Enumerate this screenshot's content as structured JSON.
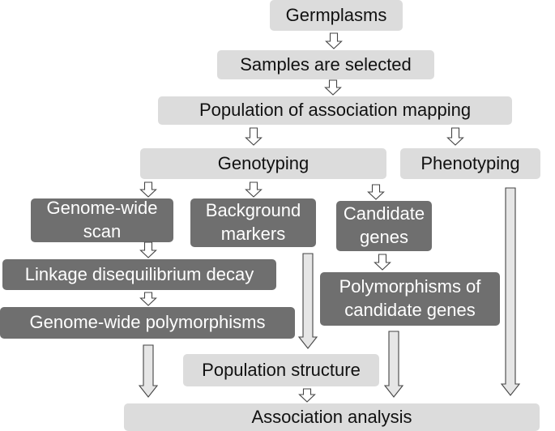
{
  "nodes": {
    "germplasms": "Germplasms",
    "samples": "Samples are selected",
    "population": "Population of association mapping",
    "genotyping": "Genotyping",
    "phenotyping": "Phenotyping",
    "genome_wide_scan": "Genome-wide scan",
    "background_markers": "Background markers",
    "candidate_genes": "Candidate genes",
    "ld_decay": "Linkage disequilibrium decay",
    "genome_wide_polymorphisms": "Genome-wide polymorphisms",
    "candidate_polymorphisms": "Polymorphisms of candidate genes",
    "population_structure": "Population structure",
    "association_analysis": "Association analysis"
  }
}
